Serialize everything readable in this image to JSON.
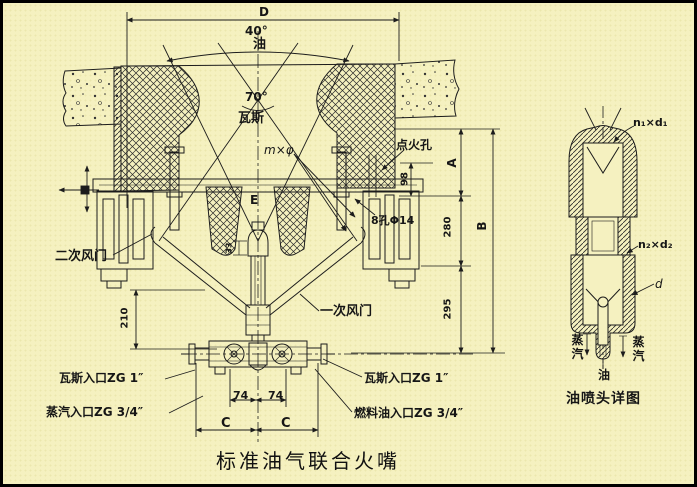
{
  "page": {
    "bg_color": "#f5f1c0",
    "line_color": "#1c1c1c",
    "title": "标准油气联合火嘴"
  },
  "main": {
    "dims": {
      "D": "D",
      "angle40": "40°",
      "oil_top": "油",
      "angle70": "70°",
      "gas": "瓦斯",
      "mphi": "m×φ",
      "E": "E",
      "d98": "98",
      "A": "A",
      "d280": "280",
      "B": "B",
      "d295": "295",
      "d210": "210",
      "d33": "33",
      "d74_left": "74",
      "d74_right": "74",
      "C_left": "C",
      "C_right": "C"
    },
    "labels": {
      "ignition_hole": "点火孔",
      "eight_holes": "8孔Φ14",
      "secondary_air_door": "二次风门",
      "primary_air_door": "一次风门",
      "gas_inlet_left": "瓦斯入口ZG 1″",
      "steam_inlet_left": "蒸汽入口ZG 3/4″",
      "gas_inlet_right": "瓦斯入口ZG 1″",
      "fuel_oil_inlet_right": "燃料油入口ZG 3/4″"
    }
  },
  "detail": {
    "caption": "油喷头详图",
    "labels": {
      "n1d1": "n₁×d₁",
      "n2d2": "n₂×d₂",
      "d_small": "d",
      "steam_left": "蒸汽",
      "steam_right": "蒸汽",
      "oil": "油"
    }
  }
}
